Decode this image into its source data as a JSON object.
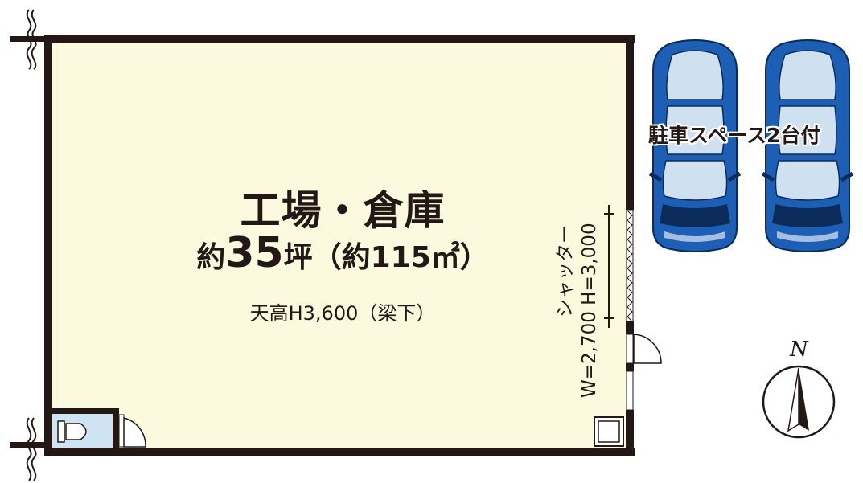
{
  "room": {
    "name": "工場・倉庫",
    "area_prefix": "約",
    "area_tsubo": "35",
    "area_unit": "坪",
    "area_m2": "（約115㎡）",
    "ceiling": "天高H3,600（梁下）"
  },
  "shutter": {
    "label": "シャッター",
    "dims": "W=2,700 H=3,000"
  },
  "parking": {
    "label": "駐車スペース2台付"
  },
  "compass": {
    "label": "N"
  },
  "colors": {
    "floor": "#fbf9de",
    "wall": "#231815",
    "toilet_room": "#cfe4f3",
    "car_body": "#1d5fb4",
    "car_glass": "#cfe0f1"
  }
}
